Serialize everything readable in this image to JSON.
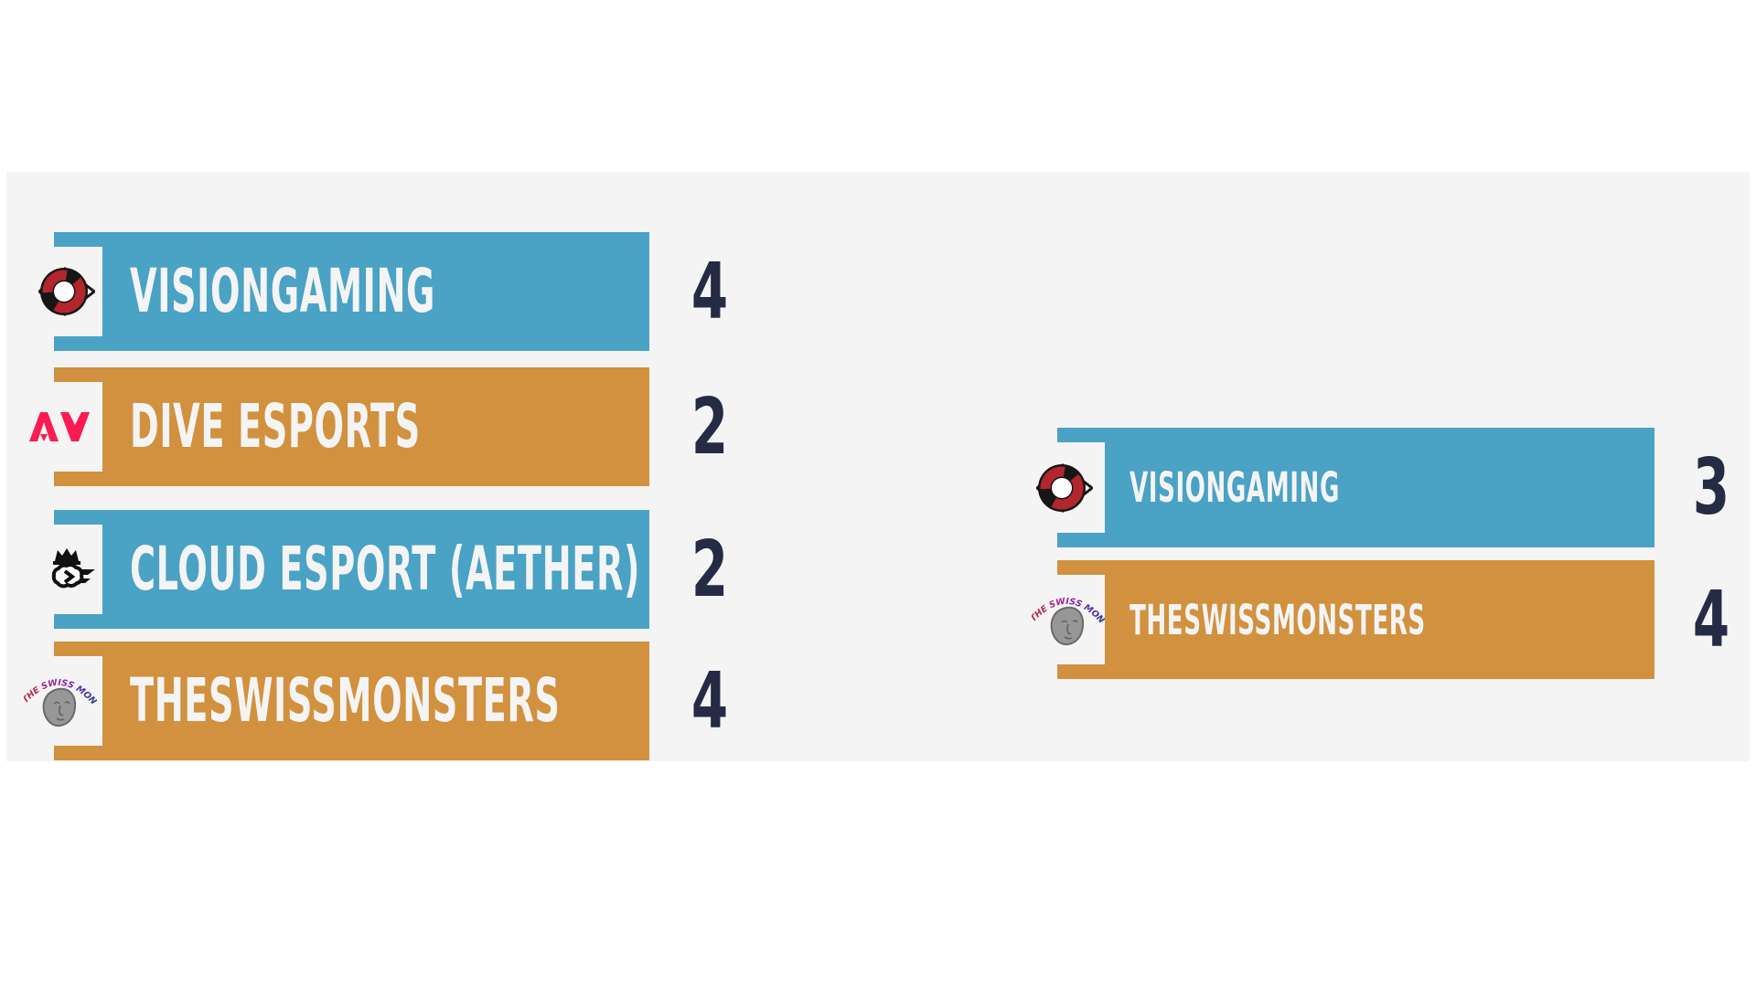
{
  "colors": {
    "page": "#ffffff",
    "panel": "#f4f4f4",
    "blue": "#4aa2c4",
    "orange": "#d1913e",
    "bartext": "#f4f4f4",
    "score": "#252a45",
    "divepink": "#fa1b52",
    "eyered": "#b3262e",
    "eyeblack": "#161616",
    "tsmred": "#c62828",
    "tsmblue": "#283593"
  },
  "bracket": {
    "rounds": [
      {
        "name": "round-1",
        "matches": [
          {
            "teams": [
              {
                "name": "VISIONGAMING",
                "score": "4",
                "logo": "visiongaming-eye-logo",
                "color": "blue"
              },
              {
                "name": "DIVE ESPORTS",
                "score": "2",
                "logo": "dive-esports-av-logo",
                "color": "orange"
              }
            ]
          },
          {
            "teams": [
              {
                "name": "CLOUD ESPORT (AETHER)",
                "score": "2",
                "logo": "cloud-esport-crown-wings-logo",
                "color": "blue"
              },
              {
                "name": "THESWISSMONSTERS",
                "score": "4",
                "logo": "swissmonsters-stonehead-logo",
                "color": "orange"
              }
            ]
          }
        ]
      },
      {
        "name": "round-2",
        "matches": [
          {
            "teams": [
              {
                "name": "VISIONGAMING",
                "score": "3",
                "logo": "visiongaming-eye-logo",
                "color": "blue"
              },
              {
                "name": "THESWISSMONSTERS",
                "score": "4",
                "logo": "swissmonsters-stonehead-logo",
                "color": "orange"
              }
            ]
          }
        ]
      }
    ]
  }
}
